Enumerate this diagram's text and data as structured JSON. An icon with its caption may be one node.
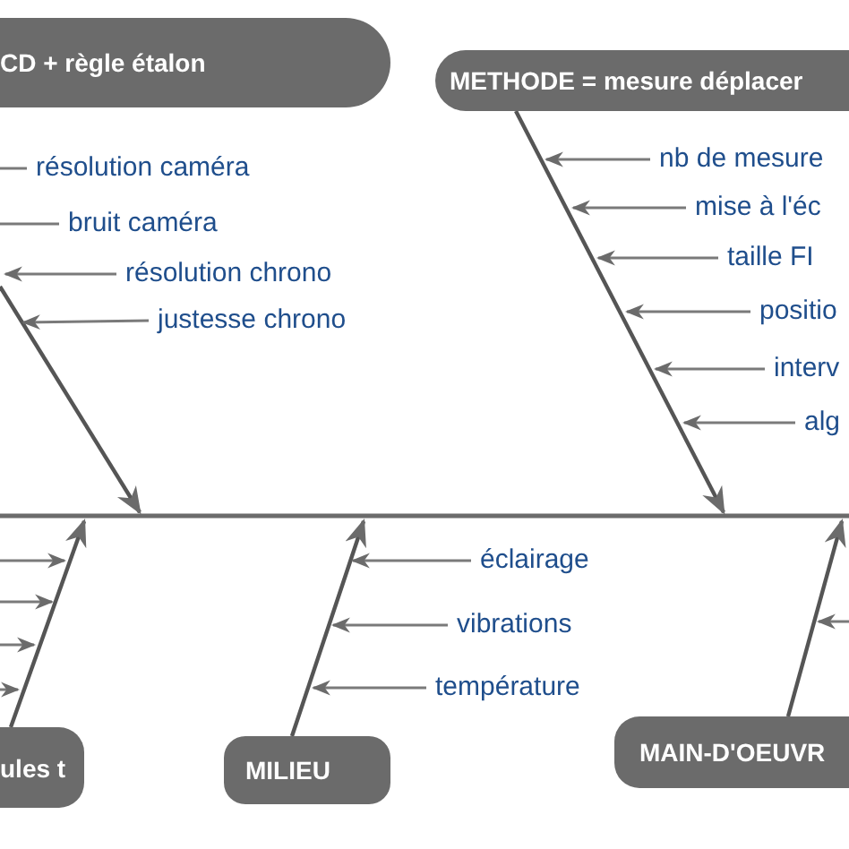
{
  "diagram": {
    "nodes": [
      {
        "text": [
          "CD + règle étalon"
        ]
      },
      {
        "text": [
          "résolution caméra"
        ]
      },
      {
        "text": [
          "bruit caméra"
        ]
      },
      {
        "text": [
          "résolution chrono"
        ]
      },
      {
        "text": [
          "justesse chrono"
        ]
      },
      {
        "text": [
          "METHODE = mesure déplacer"
        ]
      },
      {
        "text": [
          "nb de mesure"
        ]
      },
      {
        "text": [
          "mise à l'éc"
        ]
      },
      {
        "text": [
          "taille FI"
        ]
      },
      {
        "text": [
          "positio"
        ]
      },
      {
        "text": [
          "interv"
        ]
      },
      {
        "text": [
          "alg"
        ]
      },
      {
        "text": [
          "ules t"
        ]
      },
      {
        "text": [
          "MILIEU"
        ]
      },
      {
        "text": [
          "éclairage"
        ]
      },
      {
        "text": [
          "vibrations"
        ]
      },
      {
        "text": [
          "température"
        ]
      },
      {
        "text": [
          "MAIN-D'OEUVR"
        ]
      }
    ],
    "edges": [
      {
        "from": 1,
        "to": null,
        "arrow": "none"
      },
      {
        "from": 2,
        "to": null,
        "arrow": "none"
      },
      {
        "from": 3,
        "to": null,
        "arrow": "to"
      },
      {
        "from": 4,
        "to": null,
        "arrow": "to"
      },
      {
        "from": 5,
        "to": null,
        "arrow": "to"
      },
      {
        "from": 6,
        "to": null,
        "arrow": "to"
      },
      {
        "from": 7,
        "to": null,
        "arrow": "to"
      },
      {
        "from": 8,
        "to": null,
        "arrow": "to"
      },
      {
        "from": 9,
        "to": null,
        "arrow": "to"
      },
      {
        "from": 10,
        "to": null,
        "arrow": "to"
      },
      {
        "from": 11,
        "to": null,
        "arrow": "to"
      },
      {
        "from": 12,
        "to": null,
        "arrow": "to"
      },
      {
        "from": 13,
        "to": null,
        "arrow": "to"
      },
      {
        "from": 14,
        "to": null,
        "arrow": "to"
      },
      {
        "from": 15,
        "to": null,
        "arrow": "to"
      },
      {
        "from": 16,
        "to": null,
        "arrow": "to"
      },
      {
        "from": 17,
        "to": null,
        "arrow": "to"
      }
    ]
  }
}
